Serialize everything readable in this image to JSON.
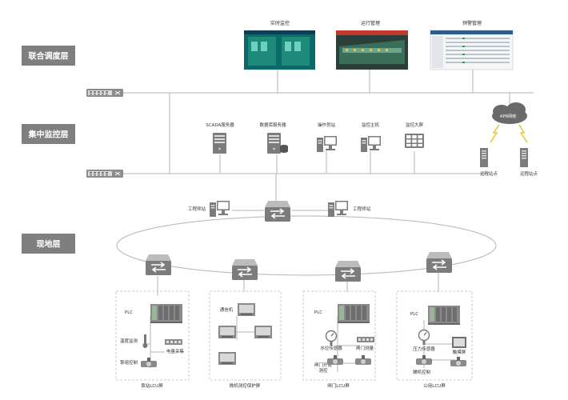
{
  "layers": [
    "联合调度层",
    "集中监控层",
    "现地层"
  ],
  "screens": [
    "实时监控",
    "运行管理",
    "预警管理"
  ],
  "central_devices": [
    "SCADA服务器",
    "数据库服务器",
    "操作员站",
    "监控主机",
    "监控大屏"
  ],
  "apn": {
    "label": "APN网络",
    "sites": [
      "远程站点",
      "远程站点"
    ]
  },
  "engineer_station": "工程师站",
  "panels": [
    {
      "title": "泵站LCU屏",
      "plc": "PLC",
      "items": [
        "温度监测",
        "电量采集",
        "泵组控制"
      ]
    },
    {
      "title": "微机测控保护屏",
      "items": [
        "通信机"
      ]
    },
    {
      "title": "闸门LCU屏",
      "plc": "PLC",
      "items": [
        "水位传感器",
        "闸门测量",
        "闸门开度",
        "测控"
      ]
    },
    {
      "title": "公用LCU屏",
      "plc": "PLC",
      "items": [
        "压力传感器",
        "触摸屏",
        "辅机控制"
      ]
    }
  ]
}
